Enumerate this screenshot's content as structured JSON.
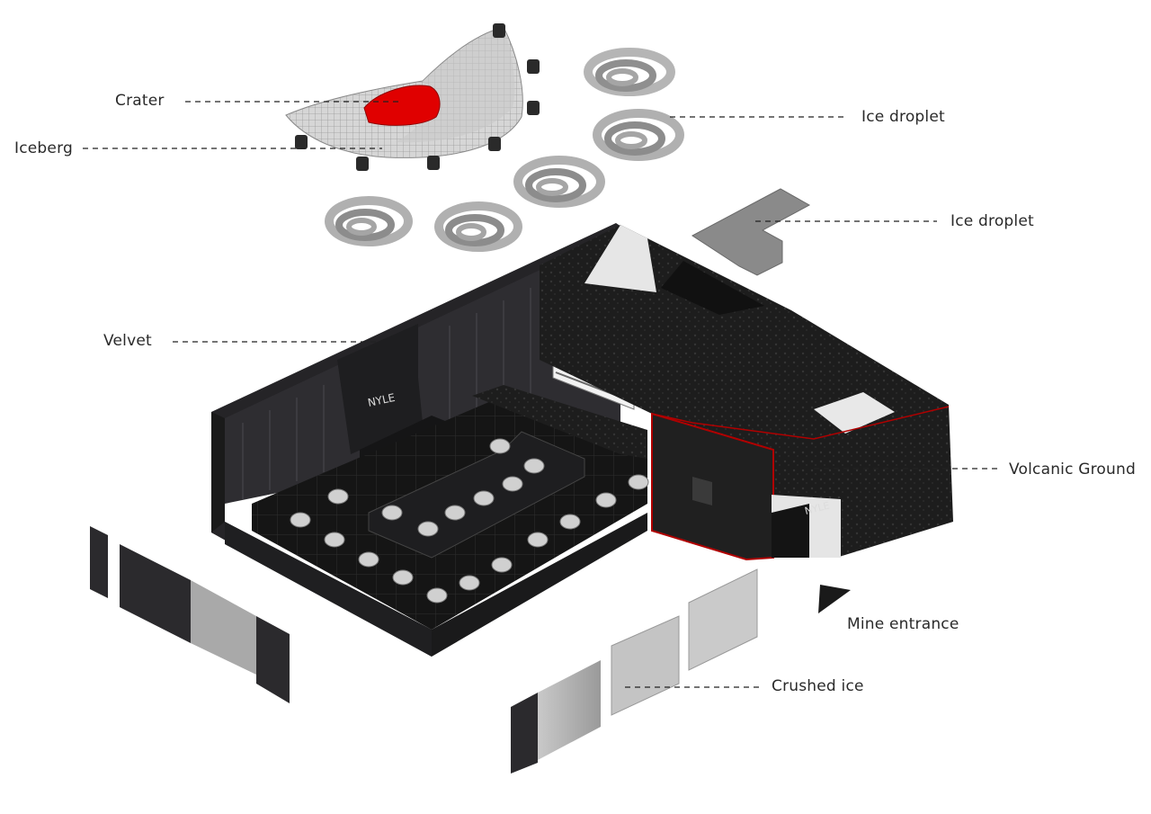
{
  "labels": {
    "crater": "Crater",
    "iceberg": "Iceberg",
    "ice_droplet_1": "Ice droplet",
    "ice_droplet_2": "Ice droplet",
    "velvet": "Velvet",
    "volcanic_ground": "Volcanic Ground",
    "mine_entrance": "Mine entrance",
    "crushed_ice": "Crushed ice"
  },
  "colors": {
    "background": "#ffffff",
    "crater_red": "#e00000",
    "velvet_dark": "#2b2a2d",
    "volcanic": "#1c1c1c",
    "ice_grey": "#bdbdbd",
    "crushed_ice_light": "#a8a8a8"
  }
}
